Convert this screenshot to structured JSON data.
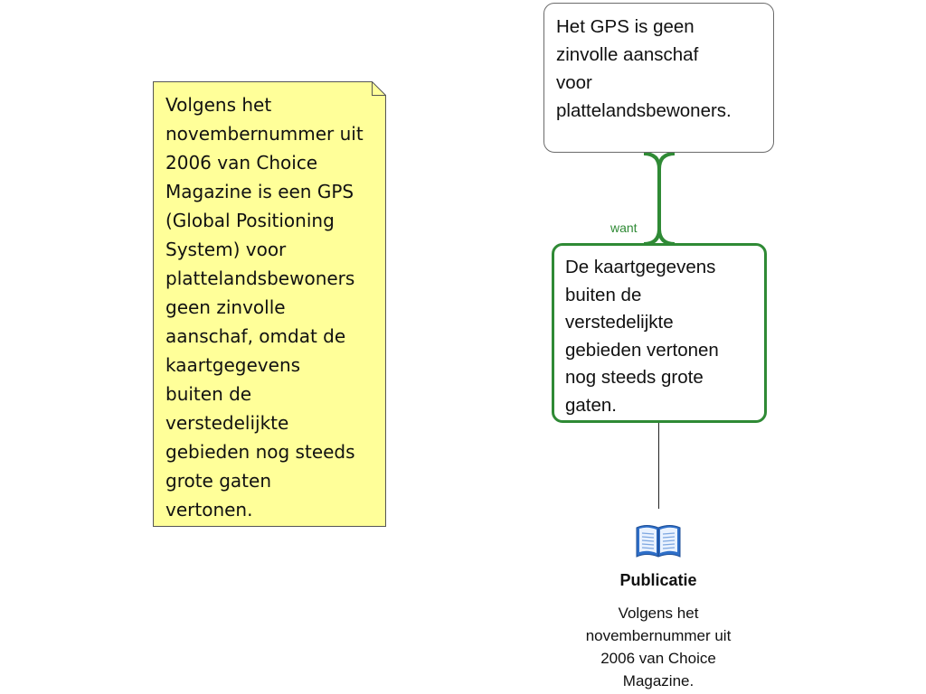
{
  "note": {
    "text": "Volgens het\nnovembernummer uit\n2006 van Choice\nMagazine is een GPS\n(Global Positioning\nSystem) voor\nplattelandsbewoners\ngeen zinvolle\naanschaf, omdat de\nkaartgegevens\nbuiten de\nverstedelijkte\ngebieden nog steeds\ngrote gaten\nvertonen.",
    "fill_color": "#ffff99",
    "border_color": "#555555"
  },
  "claim": {
    "text": "Het GPS is geen\nzinvolle aanschaf\nvoor\nplattelandsbewoners."
  },
  "connector": {
    "label": "want",
    "color": "#2f8a35"
  },
  "reason": {
    "text": "De kaartgegevens\nbuiten de\nverstedelijkte\ngebieden vertonen\nnog steeds grote\ngaten.",
    "border_color": "#2f8a35"
  },
  "source": {
    "icon": "book-icon",
    "type_label": "Publicatie",
    "description": "Volgens het\nnovembernummer uit\n2006 van Choice\nMagazine.",
    "icon_color": "#2e6fc9"
  }
}
